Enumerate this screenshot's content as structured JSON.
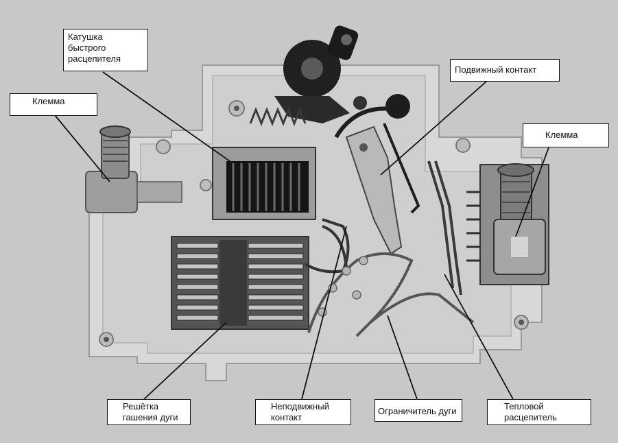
{
  "labels": {
    "coil": "Катушка\nбыстрого\nрасцепителя",
    "terminal_left": "Клемма",
    "moving_contact": "Подвижный контакт",
    "terminal_right": "Клемма",
    "arc_grid": "Решётка\nгашения дуги",
    "fixed_contact": "Неподвижный\nконтакт",
    "arc_limiter": "Ограничитель дуги",
    "thermal_release": "Тепловой\nрасцепитель"
  },
  "colors": {
    "background": "#c9c9c9",
    "housing": "#d9d9d9",
    "metal_dark": "#1e1e1e",
    "copper": "#8a8a8a",
    "label_bg": "#ffffff",
    "leader": "#111111"
  }
}
